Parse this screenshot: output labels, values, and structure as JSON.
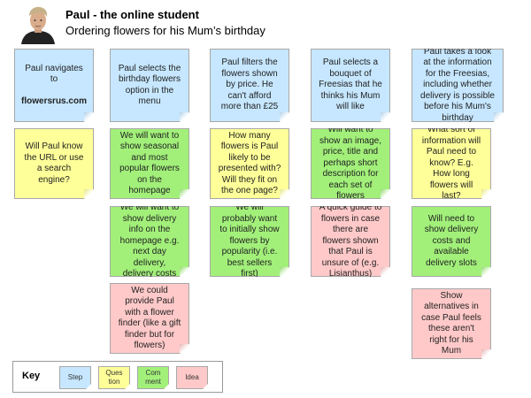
{
  "header": {
    "title": "Paul - the online student",
    "subtitle": "Ordering flowers for his Mum’s birthday"
  },
  "colors": {
    "step": "#c6e7ff",
    "question": "#ffff99",
    "comment": "#a2f07a",
    "idea": "#ffc9c9"
  },
  "steps": [
    {
      "type": "step",
      "text": "Paul navigates to",
      "bold": "flowersrus.com"
    },
    {
      "type": "step",
      "text": "Paul selects the birthday flowers option in the menu"
    },
    {
      "type": "step",
      "text": "Paul filters the flowers shown by price. He can't afford more than £25"
    },
    {
      "type": "step",
      "text": "Paul selects a bouquet of Freesias that he thinks his Mum will like"
    },
    {
      "type": "step",
      "text": "Paul takes a look at the information for the Freesias, including whether delivery is possible before his Mum's birthday"
    }
  ],
  "notes": [
    {
      "type": "question",
      "text": "Will Paul know the URL or use a search engine?"
    },
    {
      "type": "comment",
      "text": "We will want to show seasonal and most popular flowers on the homepage"
    },
    {
      "type": "question",
      "text": "How many flowers is Paul likely to be presented with? Will they fit on the one page?"
    },
    {
      "type": "comment",
      "text": "Will want to show an image, price, title and perhaps short description for each set of flowers"
    },
    {
      "type": "question",
      "text": "What sort of information will Paul need to know? E.g. How long flowers will last?"
    },
    {
      "type": "comment",
      "text": "We will want to show delivery info on the homepage e.g. next day delivery, delivery costs"
    },
    {
      "type": "comment",
      "text": "We will probably want to initially show flowers by popularity (i.e. best sellers first)"
    },
    {
      "type": "idea",
      "text": "A quick guide to flowers in case there are flowers shown that Paul is unsure of (e.g. Lisianthus)"
    },
    {
      "type": "comment",
      "text": "Will need to show delivery costs and available delivery slots"
    },
    {
      "type": "idea",
      "text": "We could provide Paul with a flower finder (like a gift finder but for flowers)"
    },
    {
      "type": "idea",
      "text": "Show alternatives in case Paul feels these aren't right for his Mum"
    }
  ],
  "key": {
    "label": "Key",
    "items": [
      {
        "type": "step",
        "text": "Step"
      },
      {
        "type": "question",
        "text": "Ques tion"
      },
      {
        "type": "comment",
        "text": "Com ment"
      },
      {
        "type": "idea",
        "text": "Idea"
      }
    ]
  }
}
